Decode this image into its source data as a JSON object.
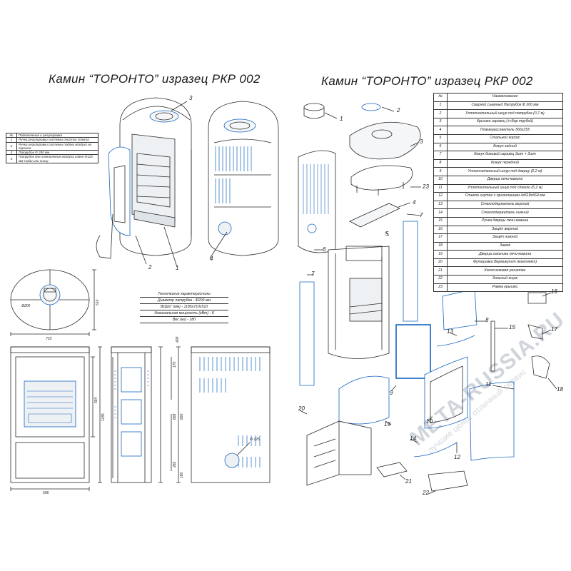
{
  "titles": {
    "left": "Камин “ТОРОНТО” изразец РКР 002",
    "right": "Камин “ТОРОНТО” изразец РКР 002"
  },
  "controls_table": {
    "header": [
      "№",
      "Подключение и регулировка"
    ],
    "rows": [
      [
        "1",
        "Ручка регулировки системы очистки стекла"
      ],
      [
        "2",
        "Ручка регулировки системы подачи воздуха на горение"
      ],
      [
        "3",
        "Патрубок Ф 200 мм"
      ],
      [
        "4",
        "Патрубок для подключения воздуха извне Ф125 мм сзади или снизу"
      ]
    ]
  },
  "parts_table": {
    "header": [
      "№",
      "Наименование"
    ],
    "rows": [
      [
        "1",
        "Сварной съемный Патрубок Ф 200 мм"
      ],
      [
        "2",
        "Уплотнительный шнур под патрубок (0,7 м)"
      ],
      [
        "3",
        "Крышка изразец (+сбор трубой)"
      ],
      [
        "4",
        "Пламерассекатель 566х255"
      ],
      [
        "5",
        "Стальной корпус"
      ],
      [
        "6",
        "Кожух задний"
      ],
      [
        "7",
        "Кожух боковой изразец 3шт + 3шт"
      ],
      [
        "8",
        "Кожух передний"
      ],
      [
        "9",
        "Уплотнительный шнур под дверцу (2,2 м)"
      ],
      [
        "10",
        "Дверца печи-камина"
      ],
      [
        "11",
        "Уплотнительный шнур под стекло (5,2 м)"
      ],
      [
        "12",
        "Стекло гнутое с прилипанием 4х518х664 мм"
      ],
      [
        "13",
        "Стеклодержатель верхний"
      ],
      [
        "14",
        "Стеклодержатель нижний"
      ],
      [
        "15",
        "Ручка дверцы печи-камина"
      ],
      [
        "16",
        "Защёп верхний"
      ],
      [
        "17",
        "Защёп нижний"
      ],
      [
        "18",
        "Замок"
      ],
      [
        "19",
        "Дверца зольника печи-камина"
      ],
      [
        "20",
        "Футеровка Вермикулит (комплект)"
      ],
      [
        "21",
        "Колосниковая решетка"
      ],
      [
        "22",
        "Зольный ящик"
      ],
      [
        "23",
        "Рамка крышки"
      ]
    ]
  },
  "specs": {
    "title": "Технические характеристики",
    "lines": [
      "Диаметр патрубка - Ф200 мм",
      "ВхШхГ (мм) - 1185х710х510",
      "Номинальная мощность (кВт) - 8",
      "Вес (кг) - 180"
    ]
  },
  "dimensions": {
    "top_width": "710",
    "top_depth": "510",
    "top_flue": "Ф200",
    "front_width": "596",
    "front_h1": "664",
    "front_h2": "1185",
    "side_h1": "170",
    "side_h2": "668",
    "side_h3": "282",
    "side_h4": "660",
    "side_h5": "180",
    "side_h6": "400",
    "back_pipe": "Ф 125"
  },
  "left_callouts": [
    "3",
    "2",
    "1",
    "4"
  ],
  "exploded_callouts": [
    "1",
    "2",
    "3",
    "23",
    "4",
    "6",
    "7",
    "5",
    "7",
    "8",
    "13",
    "15",
    "16",
    "17",
    "9",
    "18",
    "11",
    "10",
    "19",
    "20",
    "14",
    "12",
    "21",
    "22"
  ],
  "watermark": {
    "name": "META-RUSSIA.RU",
    "slogan": "лучшие цены, отличный сервис"
  },
  "colors": {
    "line": "#2a2a2a",
    "accent": "#1565c0",
    "table_border": "#333333"
  }
}
